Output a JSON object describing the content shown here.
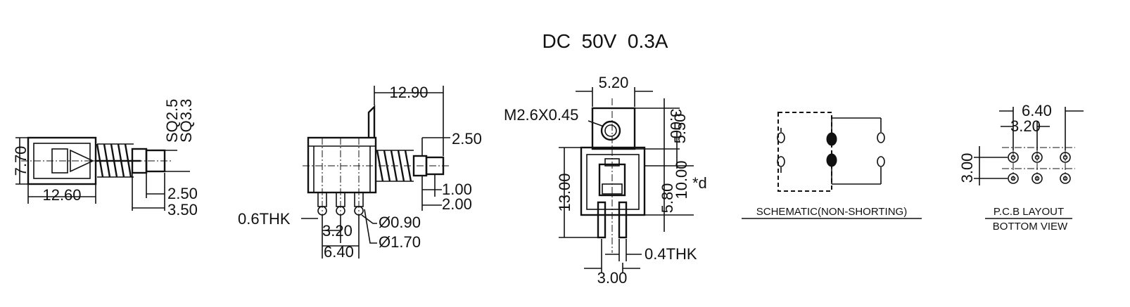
{
  "title": "DC  50V  0.3A",
  "side_view": {
    "height": "7.70",
    "body_length": "12.60",
    "sq_outer": "SQ2.5",
    "sq_inner": "SQ3.3",
    "step_small": "2.50",
    "step_large": "3.50"
  },
  "front_view": {
    "overall_length": "12.90",
    "stem_height": "2.50",
    "plate_thk": "0.6THK",
    "pitch_small": "3.20",
    "pitch_large": "6.40",
    "hole_small": "Ø0.90",
    "hole_large": "Ø1.70",
    "offset_small": "1.00",
    "offset_large": "2.00"
  },
  "end_view": {
    "width": "5.20",
    "screw": "M2.6X0.45",
    "top_gap": "3.00",
    "upper_height": "5.50",
    "body_height": "13.00",
    "mid_height": "10.00",
    "d_note": "*d",
    "lower_height": "5.80",
    "terminal_thk": "0.4THK",
    "terminal_pitch": "3.00"
  },
  "schematic": {
    "caption": "SCHEMATIC(NON-SHORTING)"
  },
  "pcb": {
    "pitch_large": "6.40",
    "pitch_small": "3.20",
    "row_pitch": "3.00",
    "caption_top": "P.C.B LAYOUT",
    "caption_bottom": "BOTTOM VIEW"
  }
}
